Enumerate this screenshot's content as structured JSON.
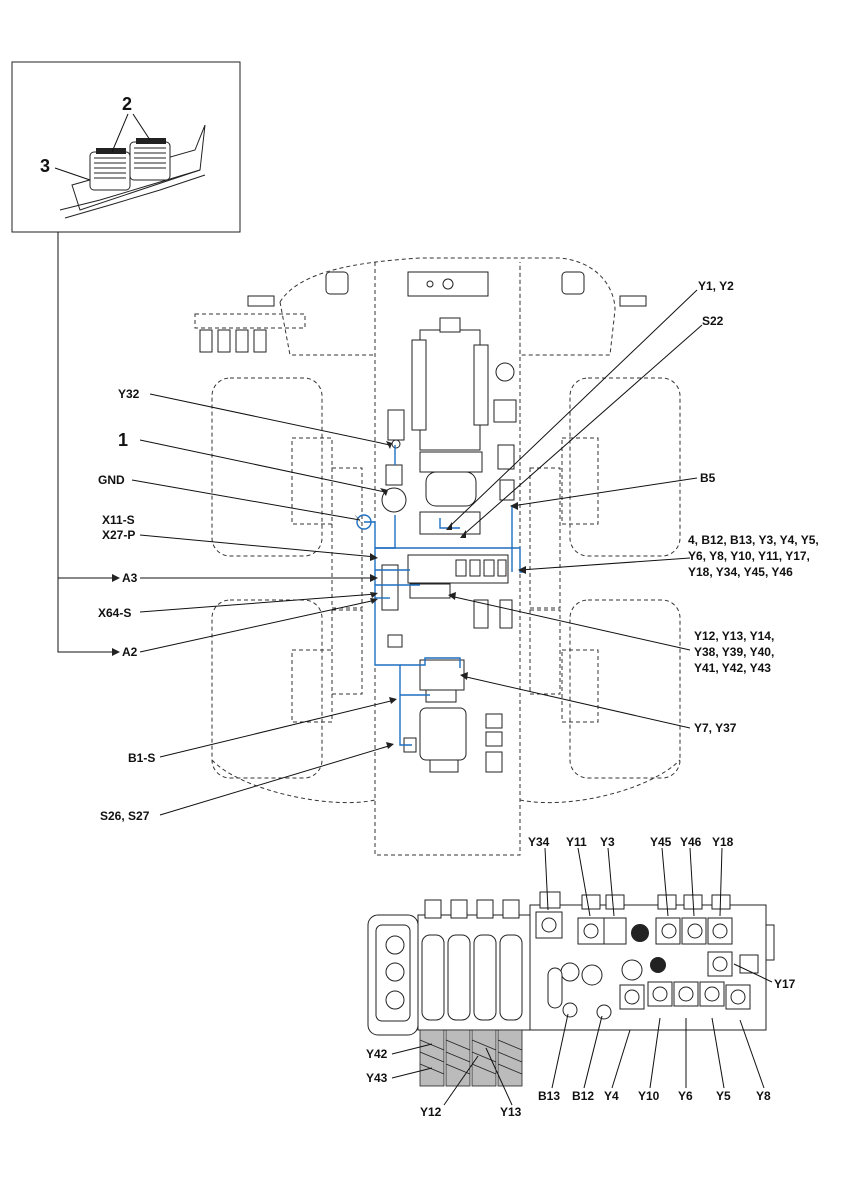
{
  "inset_labels": {
    "part_2": "2",
    "part_3": "3"
  },
  "labels_left": {
    "y32": "Y32",
    "part_1": "1",
    "gnd": "GND",
    "x11_s": "X11-S",
    "x27_p": "X27-P",
    "a3": "A3",
    "x64_s": "X64-S",
    "a2": "A2",
    "b1_s": "B1-S",
    "s26_s27": "S26, S27"
  },
  "labels_right": {
    "y1_y2": "Y1, Y2",
    "s22": "S22",
    "b5": "B5",
    "group_a_line1": "4, B12, B13, Y3, Y4, Y5,",
    "group_a_line2": "Y6, Y8, Y10, Y11, Y17,",
    "group_a_line3": "Y18, Y34, Y45, Y46",
    "group_b_line1": "Y12, Y13, Y14,",
    "group_b_line2": "Y38, Y39, Y40,",
    "group_b_line3": "Y41, Y42, Y43",
    "y7_y37": "Y7, Y37"
  },
  "valve_labels_top": {
    "y34": "Y34",
    "y11": "Y11",
    "y3": "Y3",
    "y45": "Y45",
    "y46": "Y46",
    "y18": "Y18"
  },
  "valve_labels_right": {
    "y17": "Y17"
  },
  "valve_labels_left": {
    "y42": "Y42",
    "y43": "Y43"
  },
  "valve_labels_bottom": {
    "y12": "Y12",
    "y13": "Y13",
    "b13": "B13",
    "b12": "B12",
    "y4": "Y4",
    "y10": "Y10",
    "y6": "Y6",
    "y5": "Y5",
    "y8": "Y8"
  },
  "colors": {
    "wiring": "#1f6fc0",
    "lines": "#111111"
  }
}
